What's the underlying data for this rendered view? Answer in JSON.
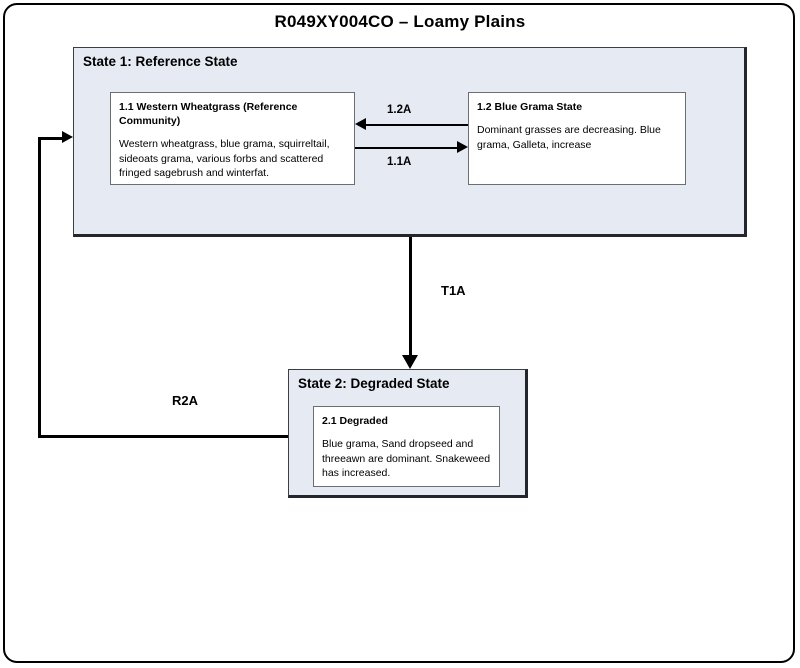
{
  "diagram": {
    "title": "R049XY004CO – Loamy Plains",
    "type": "state-and-transition-model"
  },
  "states": [
    {
      "id": "state1",
      "title": "State 1: Reference State",
      "phases": [
        {
          "id": "box11",
          "head": "1.1 Western Wheatgrass (Reference Community)",
          "body": "Western wheatgrass, blue grama, squirreltail, sideoats grama, various forbs and scattered fringed sagebrush and winterfat."
        },
        {
          "id": "box12",
          "head": "1.2 Blue Grama State",
          "body": "Dominant grasses are decreasing. Blue grama, Galleta, increase"
        }
      ]
    },
    {
      "id": "state2",
      "title": "State 2: Degraded State",
      "phases": [
        {
          "id": "box21",
          "head": "2.1 Degraded",
          "body": "Blue grama, Sand dropseed and threeawn are dominant. Snakeweed has increased."
        }
      ]
    }
  ],
  "transitions": [
    {
      "id": "t12a",
      "label": "1.2A",
      "from": "1.2 Blue Grama State",
      "to": "1.1 Western Wheatgrass (Reference Community)",
      "direction": "left"
    },
    {
      "id": "t11a",
      "label": "1.1A",
      "from": "1.1 Western Wheatgrass (Reference Community)",
      "to": "1.2 Blue Grama State",
      "direction": "right"
    },
    {
      "id": "t1a",
      "label": "T1A",
      "from": "State 1: Reference State",
      "to": "State 2: Degraded State",
      "direction": "down"
    },
    {
      "id": "r2a",
      "label": "R2A",
      "from": "State 2: Degraded State",
      "to": "State 1: Reference State",
      "direction": "left-up-right"
    }
  ],
  "colors": {
    "state_fill": "#e6eaf3",
    "phase_fill": "#ffffff",
    "border": "#000000",
    "page_background": "#ffffff"
  }
}
